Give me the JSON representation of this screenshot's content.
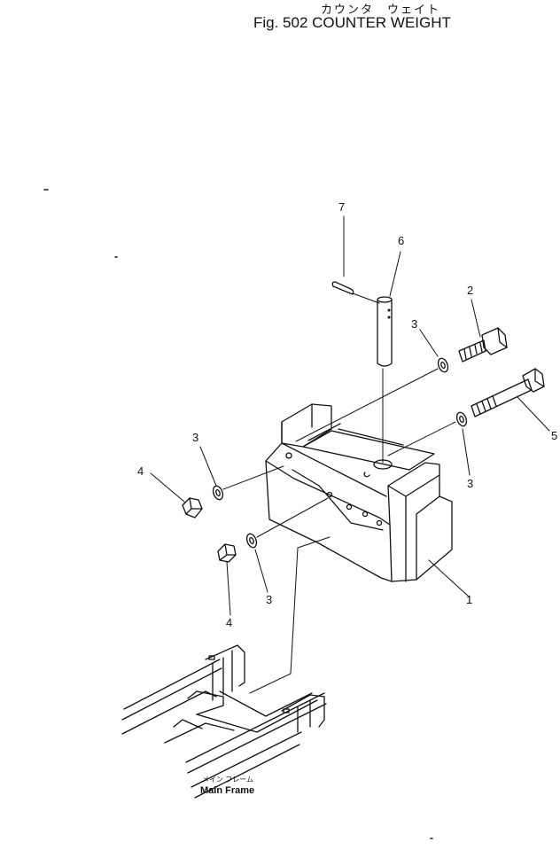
{
  "header": {
    "title_jp": "カウンタ　ウェイト",
    "title_en": "Fig. 502 COUNTER WEIGHT"
  },
  "callouts": {
    "counterweight": "1",
    "bolt_short": "2",
    "washer_top": "3",
    "washer_right": "3",
    "washer_left_upper": "3",
    "washer_left_lower": "3",
    "nut_upper": "4",
    "nut_lower": "4",
    "bolt_long": "5",
    "pin": "6",
    "spring_pin": "7"
  },
  "frame_label": {
    "jp": "メイン フレーム",
    "en": "Main Frame"
  }
}
